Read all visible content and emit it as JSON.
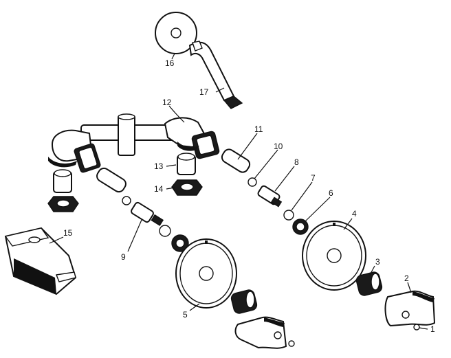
{
  "diagram": {
    "type": "exploded-parts-diagram",
    "line_color": "#111111",
    "background": "#ffffff",
    "callouts": [
      {
        "id": "1",
        "label": "1"
      },
      {
        "id": "2",
        "label": "2"
      },
      {
        "id": "3",
        "label": "3"
      },
      {
        "id": "4",
        "label": "4"
      },
      {
        "id": "5",
        "label": "5"
      },
      {
        "id": "6",
        "label": "6"
      },
      {
        "id": "7",
        "label": "7"
      },
      {
        "id": "8",
        "label": "8"
      },
      {
        "id": "9",
        "label": "9"
      },
      {
        "id": "10",
        "label": "10"
      },
      {
        "id": "11",
        "label": "11"
      },
      {
        "id": "12",
        "label": "12"
      },
      {
        "id": "13",
        "label": "13"
      },
      {
        "id": "14",
        "label": "14"
      },
      {
        "id": "15",
        "label": "15"
      },
      {
        "id": "16",
        "label": "16"
      },
      {
        "id": "17",
        "label": "17"
      }
    ]
  }
}
